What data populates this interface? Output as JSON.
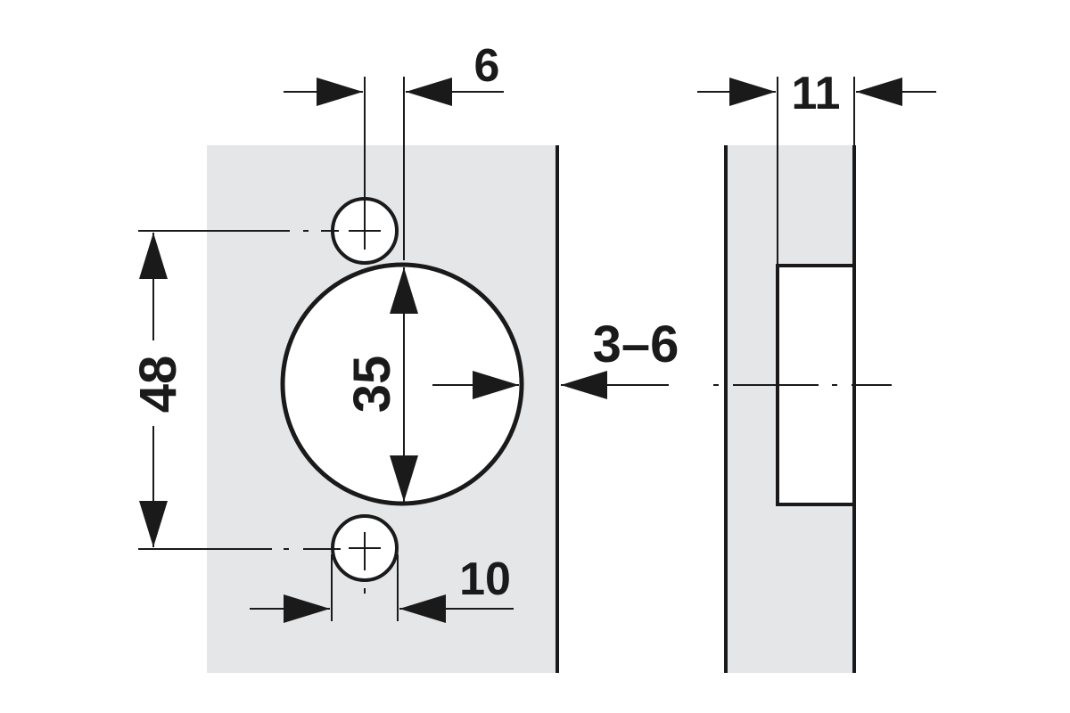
{
  "colors": {
    "background": "#ffffff",
    "panel_fill": "#e5e6e8",
    "line": "#1a1a1a"
  },
  "dimensions": {
    "hole_offset": "6",
    "side_depth": "11",
    "edge_distance": "3–6",
    "cup_diameter": "35",
    "screw_spacing": "48",
    "screw_hole_width": "10"
  }
}
